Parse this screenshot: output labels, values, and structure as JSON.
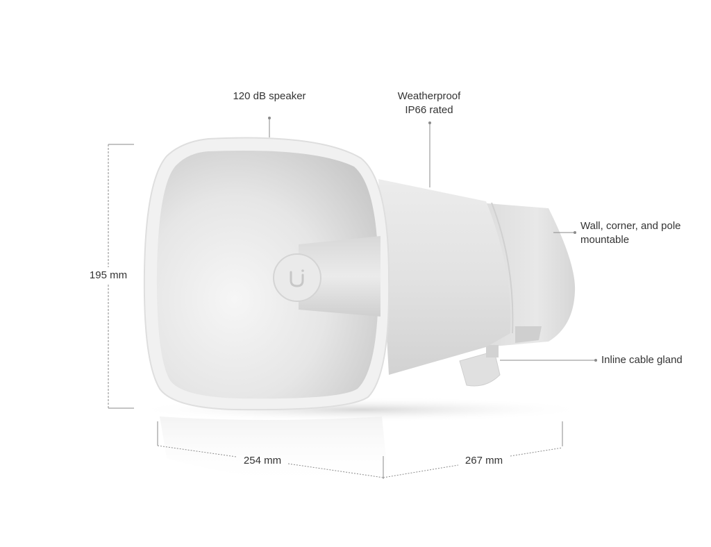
{
  "callouts": {
    "speaker": "120 dB speaker",
    "weatherproof_line1": "Weatherproof",
    "weatherproof_line2": "IP66 rated",
    "mount_line1": "Wall, corner, and pole",
    "mount_line2": "mountable",
    "gland": "Inline cable gland"
  },
  "dimensions": {
    "height": "195 mm",
    "width": "254 mm",
    "depth": "267 mm"
  },
  "colors": {
    "line": "#8a8a8a",
    "text": "#333333",
    "body": "#e4e4e4"
  }
}
